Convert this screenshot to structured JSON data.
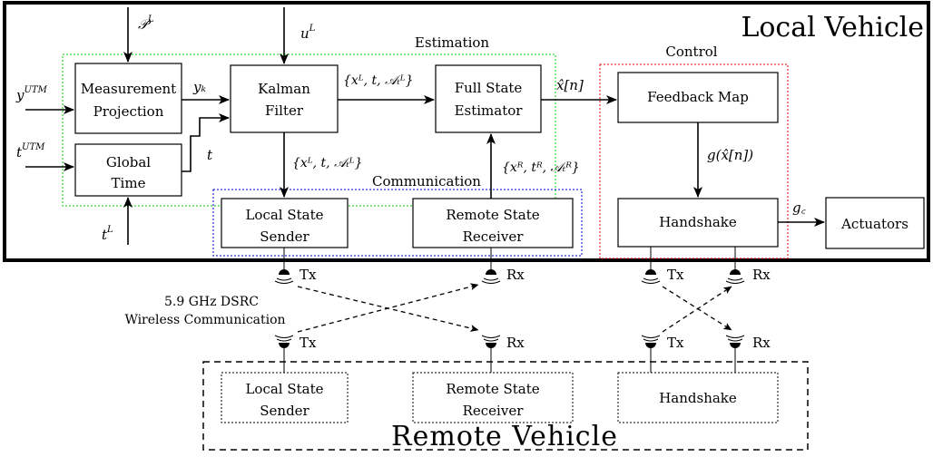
{
  "local": {
    "title": "Local Vehicle",
    "groups": {
      "estimation": {
        "label": "Estimation",
        "color": "#00d000"
      },
      "control": {
        "label": "Control",
        "color": "#e00000"
      },
      "communication": {
        "label": "Communication",
        "color": "#0000c8"
      }
    },
    "blocks": {
      "measurement": [
        "Measurement",
        "Projection"
      ],
      "global_time": [
        "Global",
        "Time"
      ],
      "kalman": [
        "Kalman",
        "Filter"
      ],
      "full_state": [
        "Full State",
        "Estimator"
      ],
      "feedback": "Feedback Map",
      "handshake": "Handshake",
      "local_sender": [
        "Local State",
        "Sender"
      ],
      "remote_receiver": [
        "Remote State",
        "Receiver"
      ]
    },
    "actuators": "Actuators",
    "signals": {
      "P_L": {
        "base": "𝒫",
        "sup": "L"
      },
      "u_L": {
        "base": "u",
        "sup": "L"
      },
      "y_utm": {
        "base": "y",
        "sup": "UTM"
      },
      "t_utm": {
        "base": "t",
        "sup": "UTM"
      },
      "t_L": {
        "base": "t",
        "sup": "L"
      },
      "y_k": "yₖ",
      "t": "t",
      "kalman_out": "{xᴸ, t, 𝒜ₜᴸ}",
      "kalman_down": "{xᴸ, t, 𝒜ₜᴸ}",
      "remote_up": "{xᴿ, tᴿ, 𝒜ₜᴿ}",
      "x_hat": "x̂[n]",
      "g_xhat": "g(x̂[n])",
      "g_c": "g꜀"
    }
  },
  "wireless": {
    "line1": "5.9 GHz DSRC",
    "line2": "Wireless Communication"
  },
  "antennas": {
    "tx": "Tx",
    "rx": "Rx"
  },
  "remote": {
    "title": "Remote Vehicle",
    "blocks": {
      "local_sender": [
        "Local State",
        "Sender"
      ],
      "remote_receiver": [
        "Remote State",
        "Receiver"
      ],
      "handshake": "Handshake"
    }
  }
}
